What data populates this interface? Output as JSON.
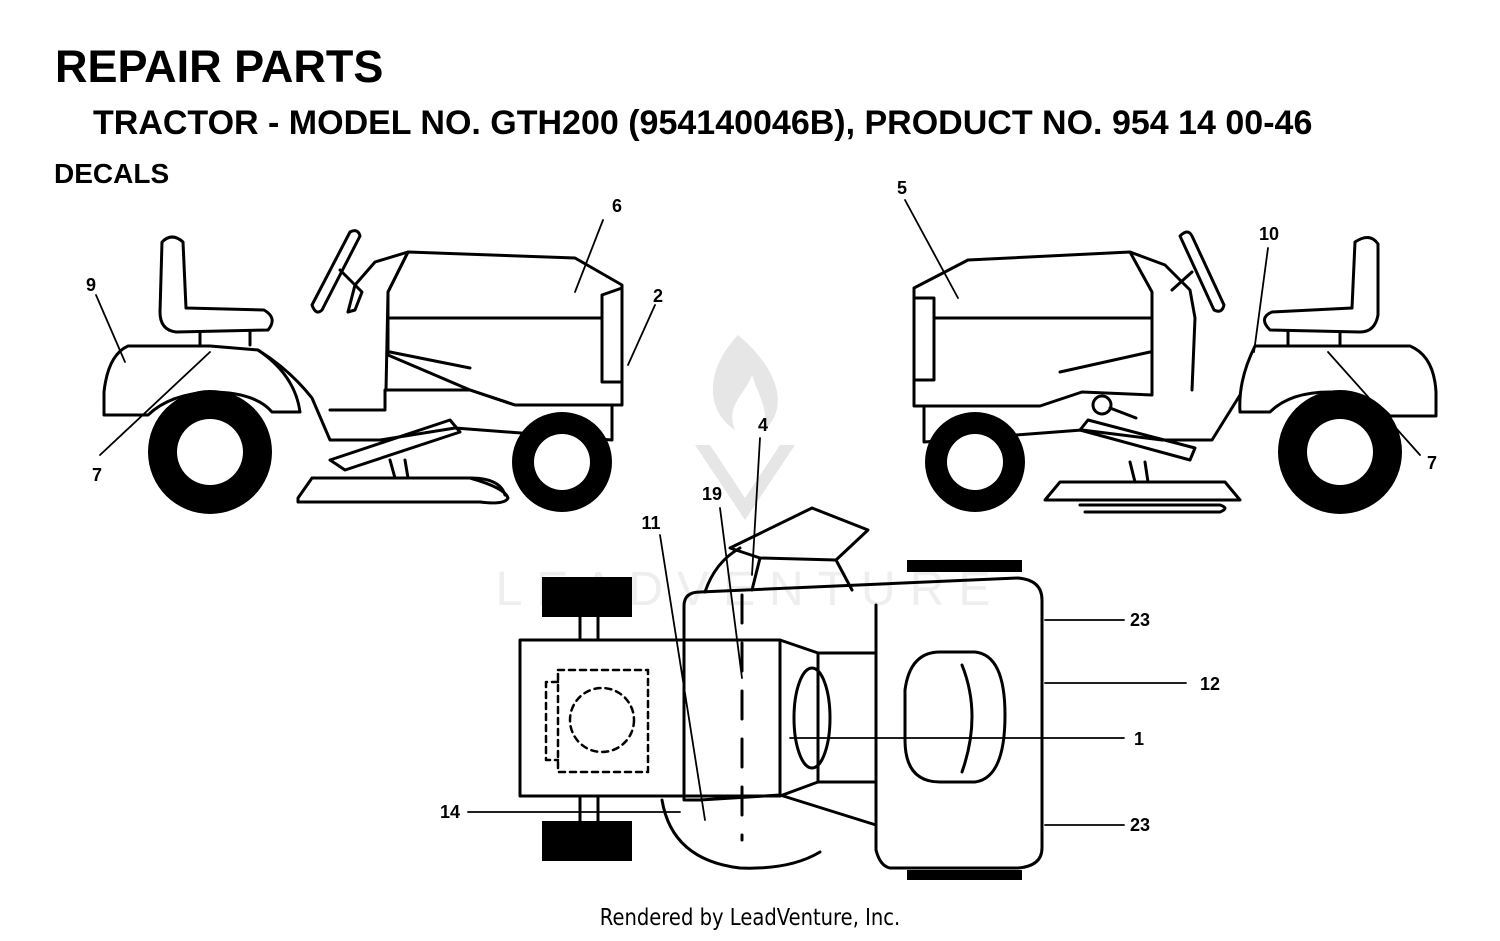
{
  "title": "REPAIR PARTS",
  "subtitle": "TRACTOR - MODEL NO. GTH200 (954140046B), PRODUCT NO. 954 14 00-46",
  "section": "DECALS",
  "footer": "Rendered by LeadVenture, Inc.",
  "watermark": "LEADVENTURE",
  "callouts": {
    "c1": "1",
    "c2": "2",
    "c4": "4",
    "c5": "5",
    "c6": "6",
    "c7a": "7",
    "c7b": "7",
    "c9": "9",
    "c10": "10",
    "c11": "11",
    "c12": "12",
    "c14": "14",
    "c19": "19",
    "c23a": "23",
    "c23b": "23"
  }
}
